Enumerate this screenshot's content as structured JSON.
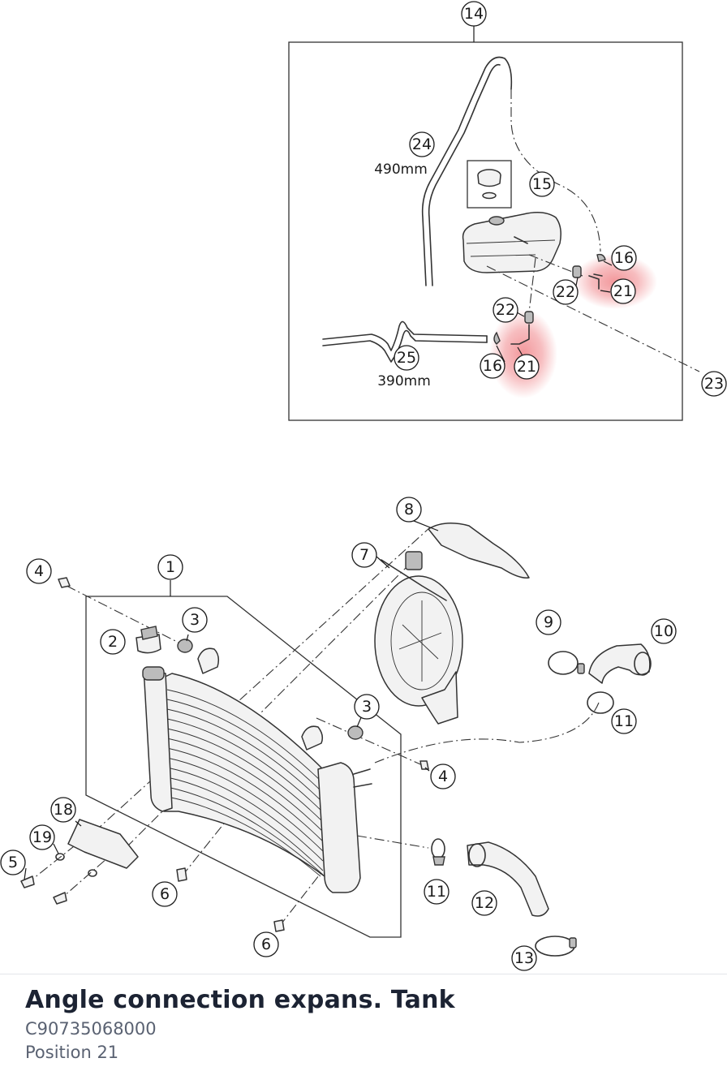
{
  "part": {
    "title": "Angle connection expans. Tank",
    "number": "C90735068000",
    "position": "Position 21"
  },
  "highlight_color": "#e8434a",
  "callouts": {
    "c1": "1",
    "c2": "2",
    "c3a": "3",
    "c3b": "3",
    "c4a": "4",
    "c4b": "4",
    "c5": "5",
    "c6a": "6",
    "c6b": "6",
    "c7": "7",
    "c8": "8",
    "c9": "9",
    "c10": "10",
    "c11a": "11",
    "c11b": "11",
    "c12": "12",
    "c13": "13",
    "c14": "14",
    "c15": "15",
    "c16a": "16",
    "c16b": "16",
    "c18": "18",
    "c19": "19",
    "c21a": "21",
    "c21b": "21",
    "c22a": "22",
    "c22b": "22",
    "c23": "23",
    "c24": "24",
    "c25": "25"
  },
  "dimensions": {
    "hose_24_length": "490mm",
    "hose_25_length": "390mm"
  }
}
